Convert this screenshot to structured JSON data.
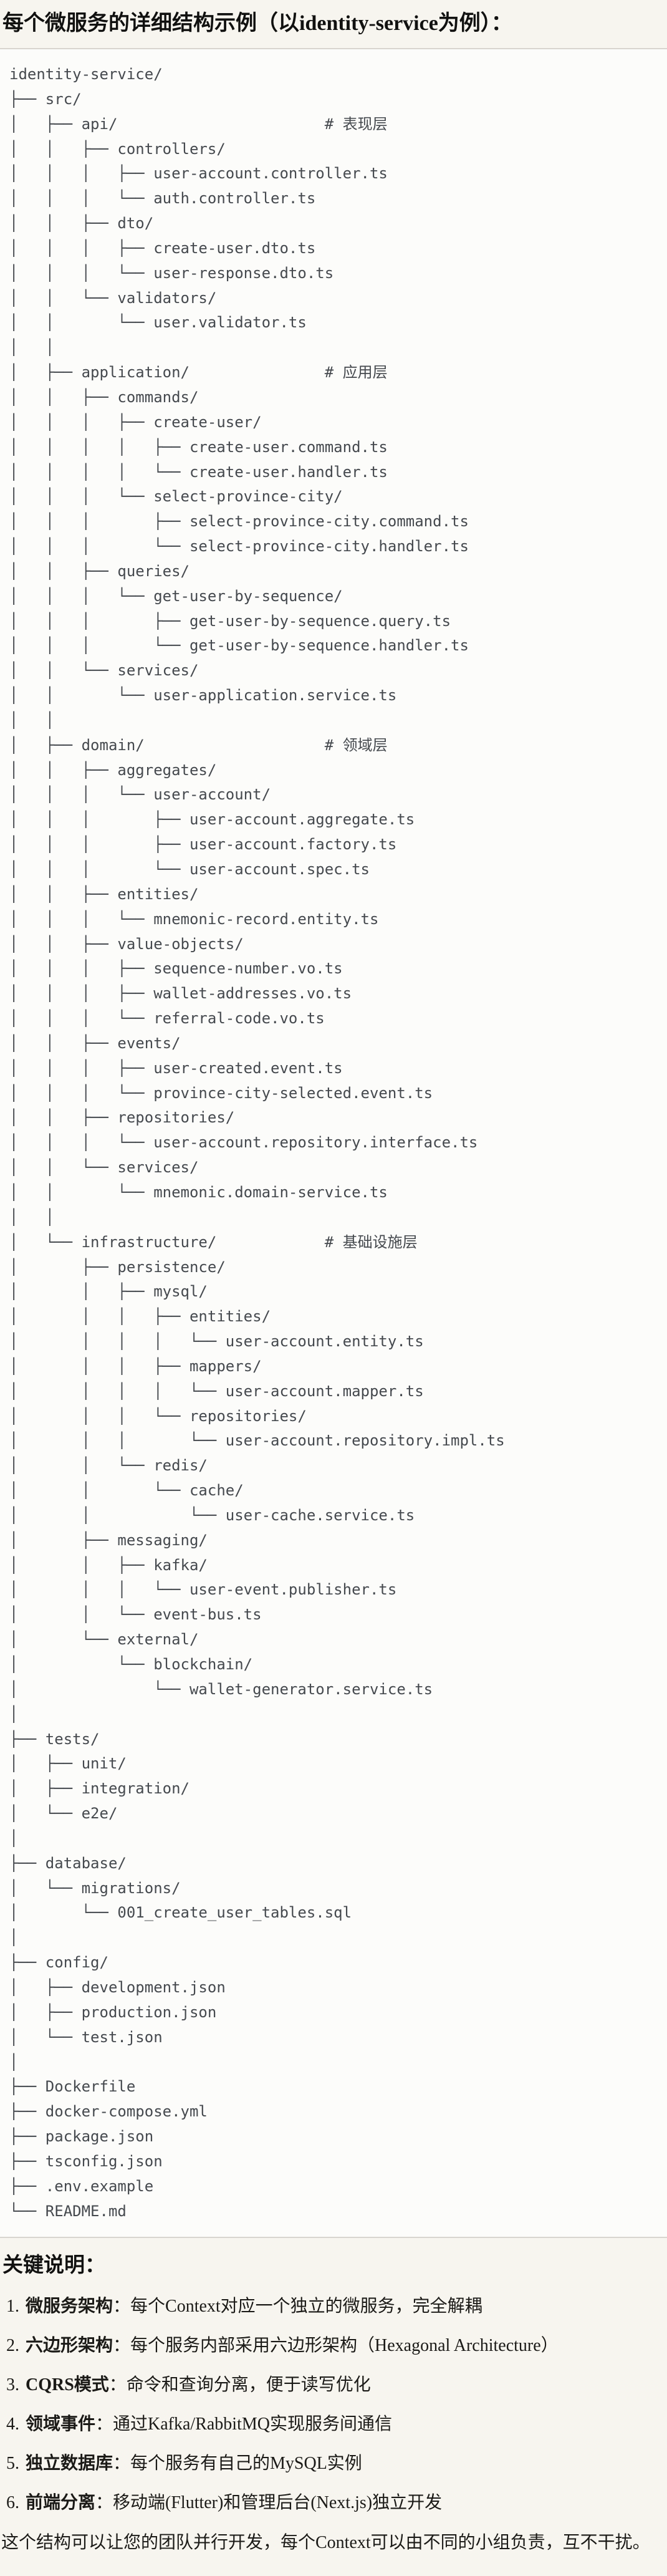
{
  "page": {
    "bg_color": "#f7f5ef",
    "code_bg_color": "#fcfcfa",
    "code_border_color": "#d8d5cf",
    "code_text_color": "#45494e",
    "body_text_color": "#1b1a17"
  },
  "header": {
    "title": "每个微服务的详细结构示例（以identity-service为例）："
  },
  "code_block": {
    "tree_text": "identity-service/\n├── src/\n│   ├── api/                       # 表现层\n│   │   ├── controllers/\n│   │   │   ├── user-account.controller.ts\n│   │   │   └── auth.controller.ts\n│   │   ├── dto/\n│   │   │   ├── create-user.dto.ts\n│   │   │   └── user-response.dto.ts\n│   │   └── validators/\n│   │       └── user.validator.ts\n│   │\n│   ├── application/               # 应用层\n│   │   ├── commands/\n│   │   │   ├── create-user/\n│   │   │   │   ├── create-user.command.ts\n│   │   │   │   └── create-user.handler.ts\n│   │   │   └── select-province-city/\n│   │   │       ├── select-province-city.command.ts\n│   │   │       └── select-province-city.handler.ts\n│   │   ├── queries/\n│   │   │   └── get-user-by-sequence/\n│   │   │       ├── get-user-by-sequence.query.ts\n│   │   │       └── get-user-by-sequence.handler.ts\n│   │   └── services/\n│   │       └── user-application.service.ts\n│   │\n│   ├── domain/                    # 领域层\n│   │   ├── aggregates/\n│   │   │   └── user-account/\n│   │   │       ├── user-account.aggregate.ts\n│   │   │       ├── user-account.factory.ts\n│   │   │       └── user-account.spec.ts\n│   │   ├── entities/\n│   │   │   └── mnemonic-record.entity.ts\n│   │   ├── value-objects/\n│   │   │   ├── sequence-number.vo.ts\n│   │   │   ├── wallet-addresses.vo.ts\n│   │   │   └── referral-code.vo.ts\n│   │   ├── events/\n│   │   │   ├── user-created.event.ts\n│   │   │   └── province-city-selected.event.ts\n│   │   ├── repositories/\n│   │   │   └── user-account.repository.interface.ts\n│   │   └── services/\n│   │       └── mnemonic.domain-service.ts\n│   │\n│   └── infrastructure/            # 基础设施层\n│       ├── persistence/\n│       │   ├── mysql/\n│       │   │   ├── entities/\n│       │   │   │   └── user-account.entity.ts\n│       │   │   ├── mappers/\n│       │   │   │   └── user-account.mapper.ts\n│       │   │   └── repositories/\n│       │   │       └── user-account.repository.impl.ts\n│       │   └── redis/\n│       │       └── cache/\n│       │           └── user-cache.service.ts\n│       ├── messaging/\n│       │   ├── kafka/\n│       │   │   └── user-event.publisher.ts\n│       │   └── event-bus.ts\n│       └── external/\n│           └── blockchain/\n│               └── wallet-generator.service.ts\n│\n├── tests/\n│   ├── unit/\n│   ├── integration/\n│   └── e2e/\n│\n├── database/\n│   └── migrations/\n│       └── 001_create_user_tables.sql\n│\n├── config/\n│   ├── development.json\n│   ├── production.json\n│   └── test.json\n│\n├── Dockerfile\n├── docker-compose.yml\n├── package.json\n├── tsconfig.json\n├── .env.example\n└── README.md"
  },
  "notes": {
    "heading": "关键说明：",
    "items": [
      {
        "num": "1.",
        "label": "微服务架构",
        "text": "：每个Context对应一个独立的微服务，完全解耦"
      },
      {
        "num": "2.",
        "label": "六边形架构",
        "text": "：每个服务内部采用六边形架构（Hexagonal Architecture）"
      },
      {
        "num": "3.",
        "label": "CQRS模式",
        "text": "：命令和查询分离，便于读写优化"
      },
      {
        "num": "4.",
        "label": "领域事件",
        "text": "：通过Kafka/RabbitMQ实现服务间通信"
      },
      {
        "num": "5.",
        "label": "独立数据库",
        "text": "：每个服务有自己的MySQL实例"
      },
      {
        "num": "6.",
        "label": "前端分离",
        "text": "：移动端(Flutter)和管理后台(Next.js)独立开发"
      }
    ],
    "footer": "这个结构可以让您的团队并行开发，每个Context可以由不同的小组负责，互不干扰。"
  }
}
